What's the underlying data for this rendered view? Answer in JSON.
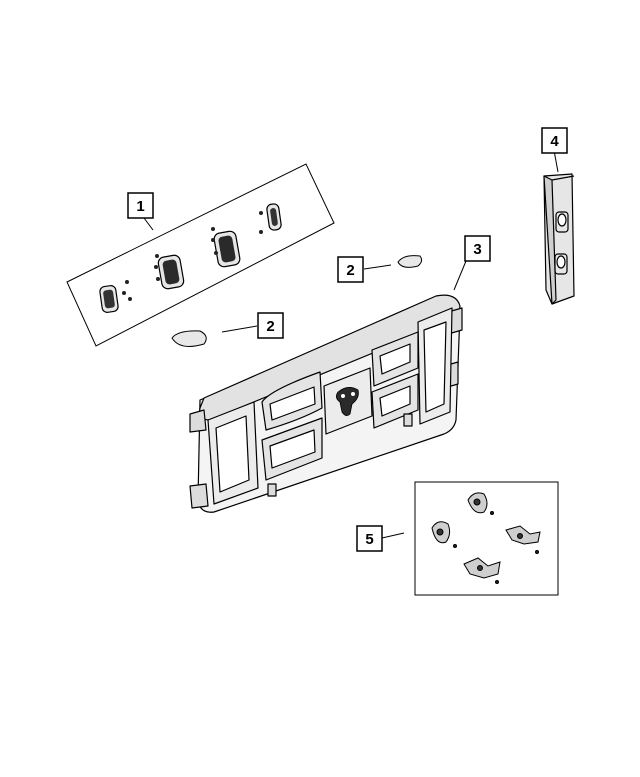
{
  "diagram": {
    "callouts": [
      {
        "id": "c1",
        "label": "1"
      },
      {
        "id": "c2a",
        "label": "2"
      },
      {
        "id": "c2b",
        "label": "2"
      },
      {
        "id": "c3",
        "label": "3"
      },
      {
        "id": "c4",
        "label": "4"
      },
      {
        "id": "c5",
        "label": "5"
      }
    ]
  },
  "colors": {
    "line": "#000000",
    "background": "#ffffff",
    "shade": "#d8d8d8",
    "dark": "#2a2a2a"
  }
}
